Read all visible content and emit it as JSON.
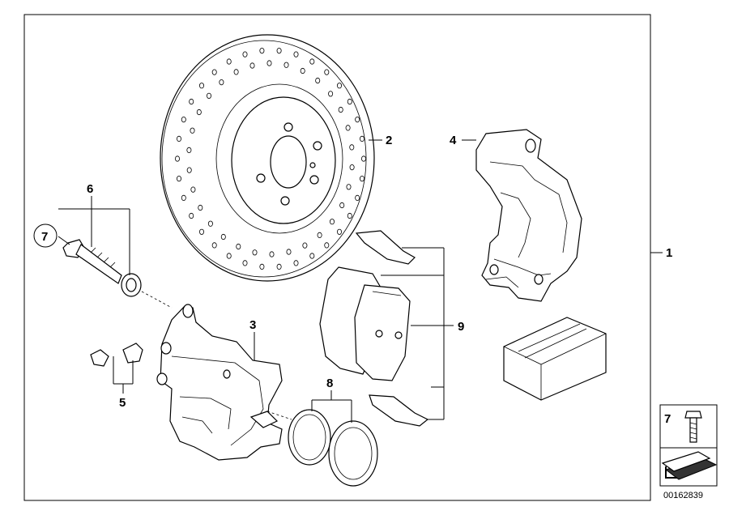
{
  "callouts": {
    "c1": "1",
    "c2": "2",
    "c3": "3",
    "c4": "4",
    "c5": "5",
    "c6": "6",
    "c7": "7",
    "c8": "8",
    "c9": "9"
  },
  "legend": {
    "number": "7"
  },
  "diagram_id": "00162839"
}
